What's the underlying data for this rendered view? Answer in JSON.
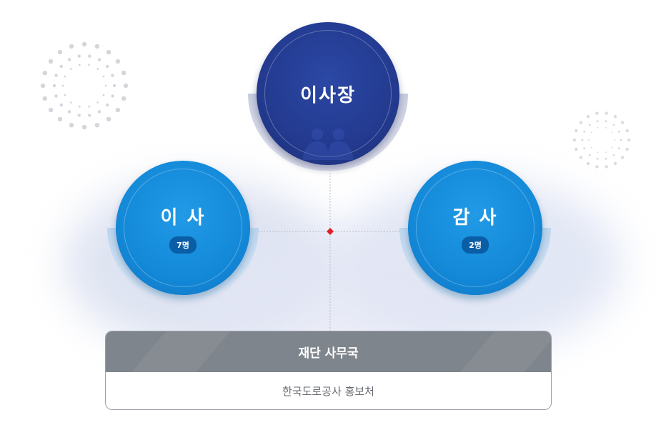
{
  "chairman": {
    "title": "이사장"
  },
  "directors": {
    "title": "이 사",
    "count": "7명"
  },
  "auditors": {
    "title": "감 사",
    "count": "2명"
  },
  "office": {
    "title": "재단 사무국",
    "subtitle": "한국도로공사 홍보처"
  },
  "colors": {
    "chairman": "#233a8f",
    "member": "#1389d8",
    "office_header": "#7f858c",
    "connector_dot": "#e0202a"
  }
}
